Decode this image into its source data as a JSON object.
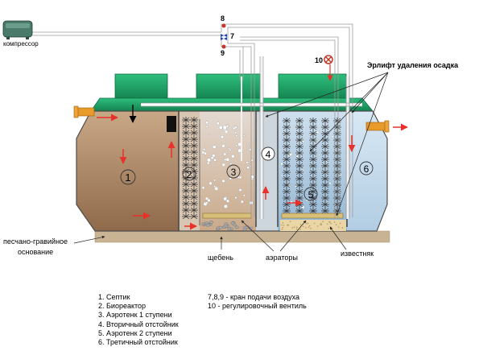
{
  "labels": {
    "compressor": "компрессор",
    "erlift": "Эрлифт удаления осадка",
    "sand_base_line1": "песчано-гравийное",
    "sand_base_line2": "основание",
    "gravel": "щебень",
    "aerators": "аэраторы",
    "limestone": "известняк"
  },
  "valves": {
    "v8": "8",
    "v7": "7",
    "v9": "9",
    "v10": "10"
  },
  "compartments": [
    {
      "num": "1",
      "name": "Септик",
      "fill": "#b5916f"
    },
    {
      "num": "2",
      "name": "Биореактор",
      "fill": "#d9c7b6"
    },
    {
      "num": "3",
      "name": "Аэротенк 1 ступени",
      "fill": "#d8c9bd"
    },
    {
      "num": "4",
      "name": "Вторичный отстойник",
      "fill": "#cfd8de"
    },
    {
      "num": "5",
      "name": "Аэротенк 2 ступени",
      "fill": "#b9cfe0"
    },
    {
      "num": "6",
      "name": "Третичный отстойник",
      "fill": "#c6dcec"
    }
  ],
  "legend_left": [
    "1. Септик",
    "2. Биореактор",
    "3. Аэротенк 1 ступени",
    "4. Вторичный отстойник",
    "5. Аэротенк 2 ступени",
    "6. Третичный отстойник"
  ],
  "legend_right": [
    "7,8,9 - кран подачи воздуха",
    "10 - регулировочный вентиль"
  ],
  "colors": {
    "tank_lid": "#1ea56a",
    "pipe": "#e89a2a",
    "flow_arrow": "#e8312a",
    "ground": "#c8b394"
  }
}
